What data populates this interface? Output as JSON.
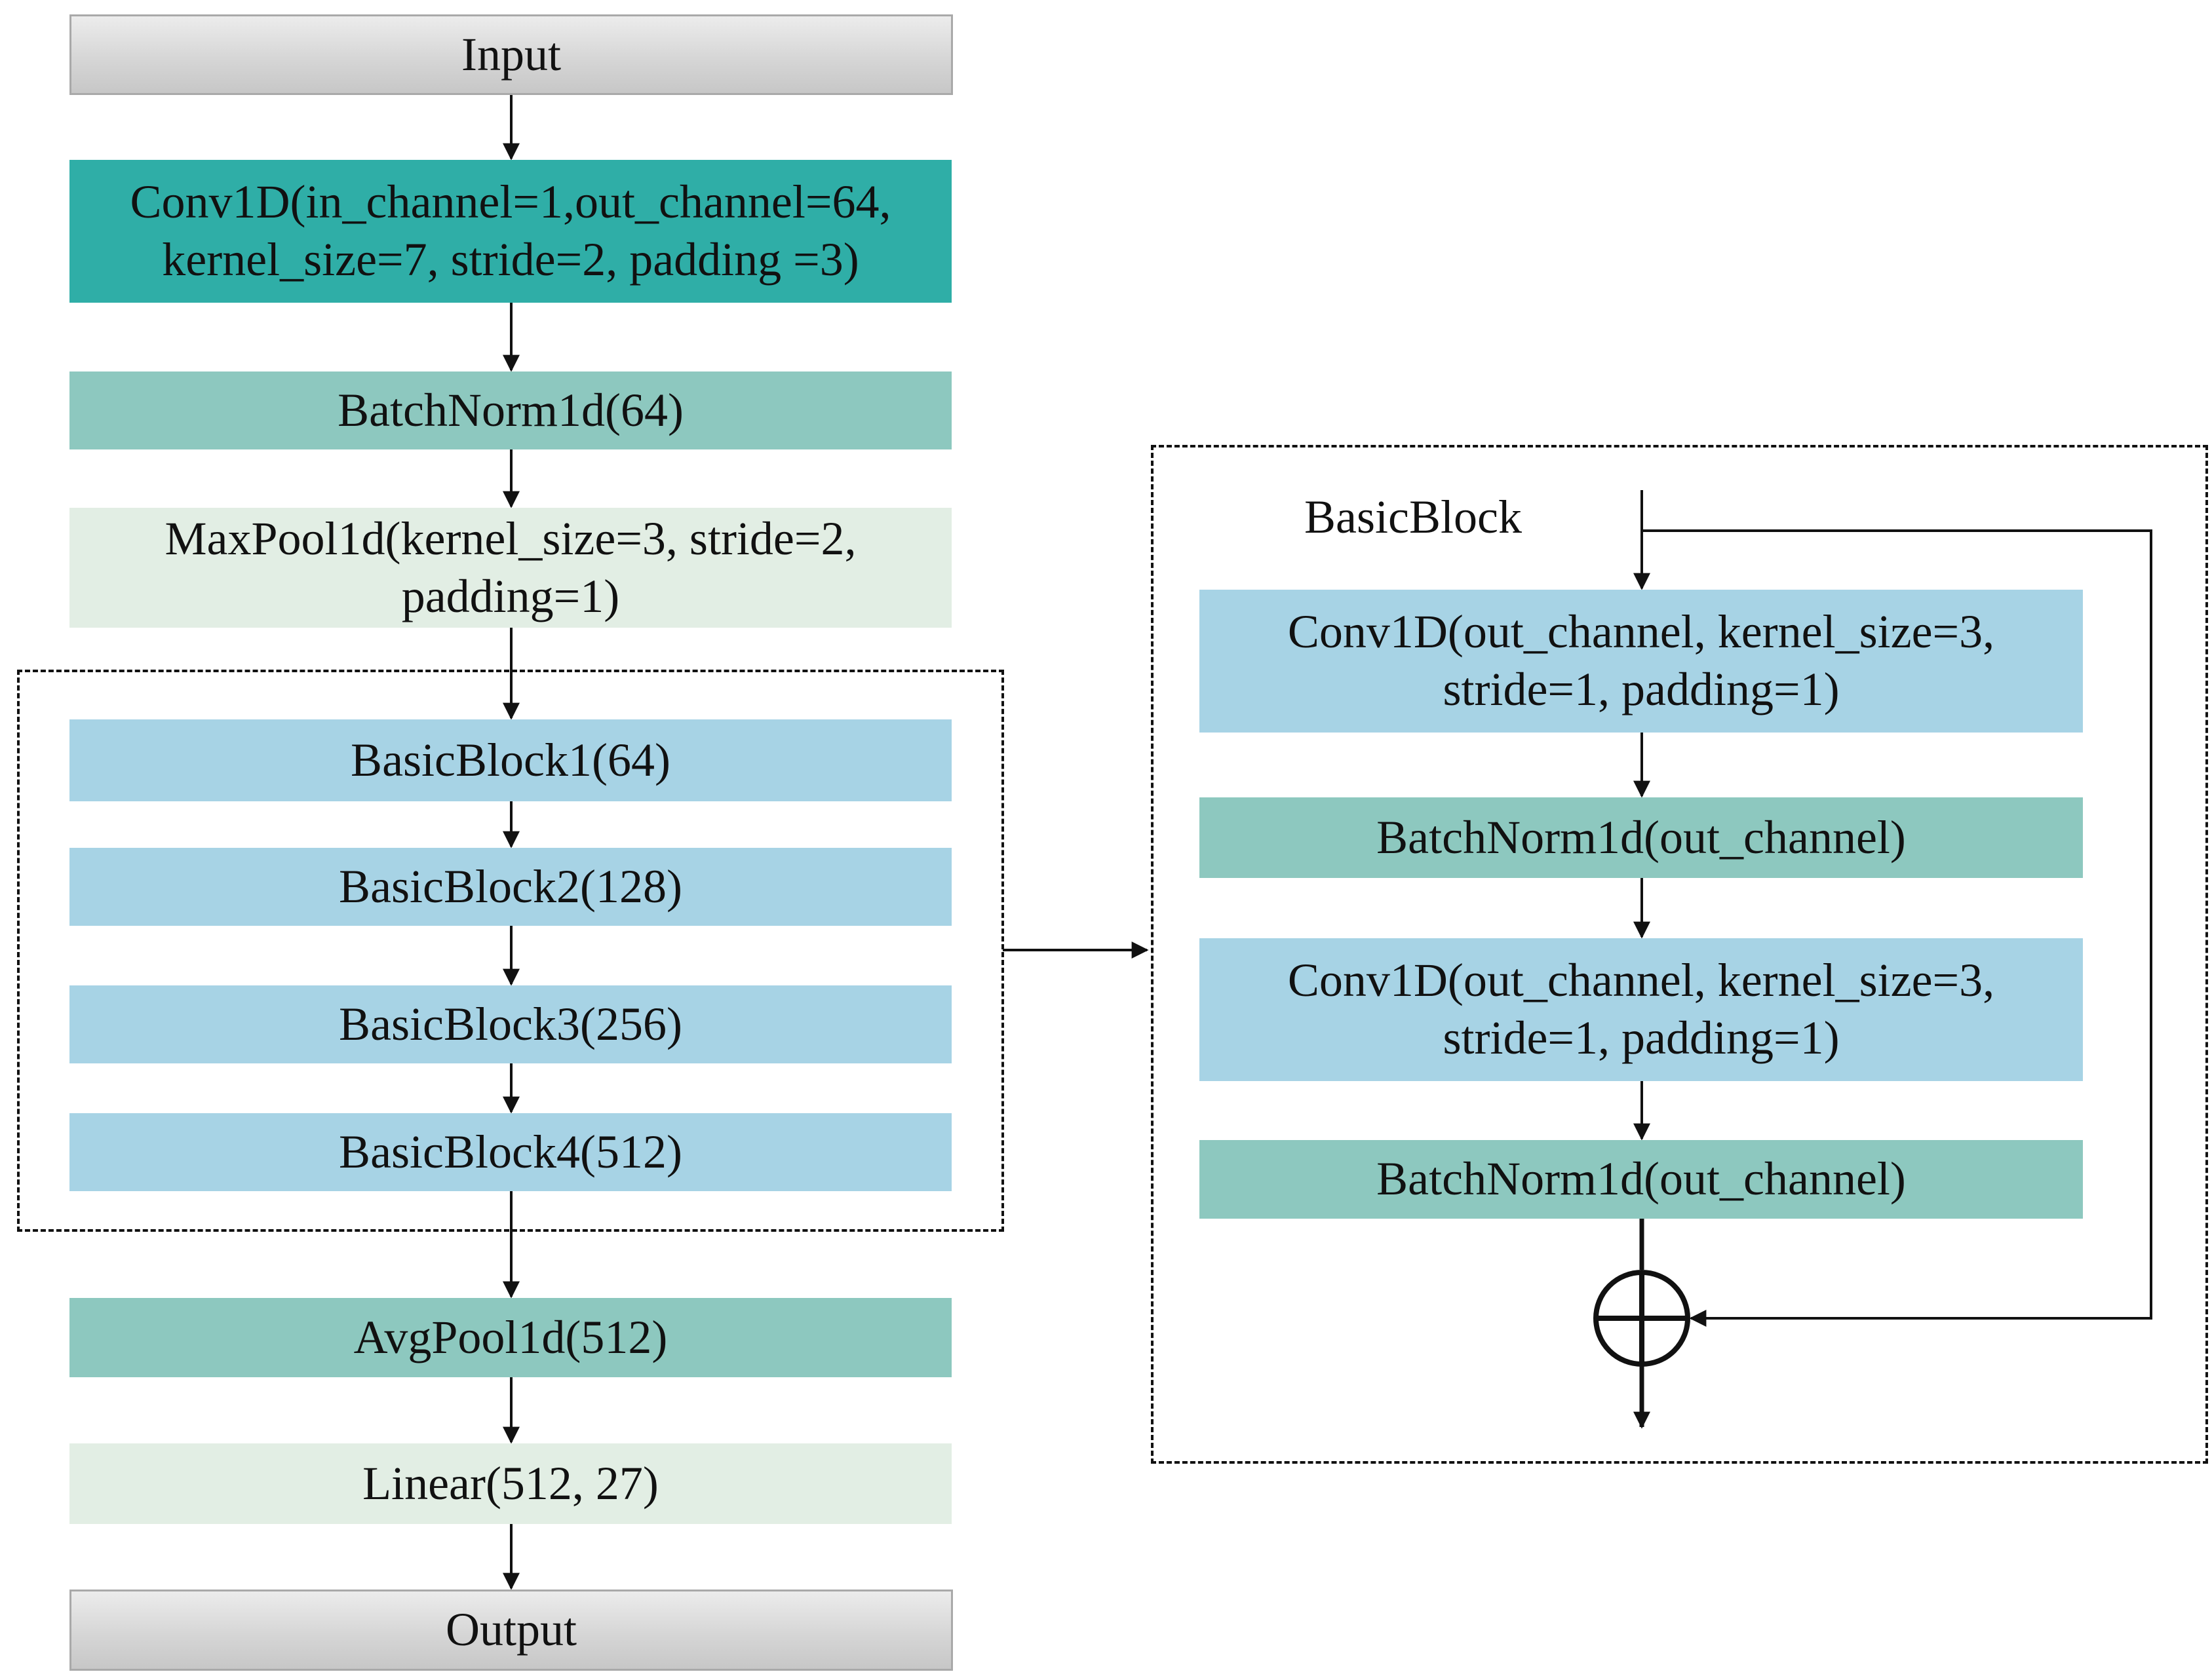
{
  "colors": {
    "io_gradient": [
      "#ececec",
      "#c7c7c7"
    ],
    "conv_main": "#2faea7",
    "batchnorm": "#8dc8bf",
    "pool_light": "#e2eee4",
    "block_blue": "#a7d3e5",
    "line": "#111111"
  },
  "main": {
    "input": "Input",
    "conv": "Conv1D(in_channel=1,out_channel=64,\nkernel_size=7, stride=2, padding =3)",
    "batchnorm": "BatchNorm1d(64)",
    "maxpool": "MaxPool1d(kernel_size=3, stride=2,\npadding=1)",
    "blocks": [
      "BasicBlock1(64)",
      "BasicBlock2(128)",
      "BasicBlock3(256)",
      "BasicBlock4(512)"
    ],
    "avgpool": "AvgPool1d(512)",
    "linear": "Linear(512, 27)",
    "output": "Output"
  },
  "basic_block": {
    "title": "BasicBlock",
    "conv1": "Conv1D(out_channel, kernel_size=3,\nstride=1, padding=1)",
    "bn1": "BatchNorm1d(out_channel)",
    "conv2": "Conv1D(out_channel, kernel_size=3,\nstride=1, padding=1)",
    "bn2": "BatchNorm1d(out_channel)",
    "sum_symbol": "add-circle-icon"
  }
}
